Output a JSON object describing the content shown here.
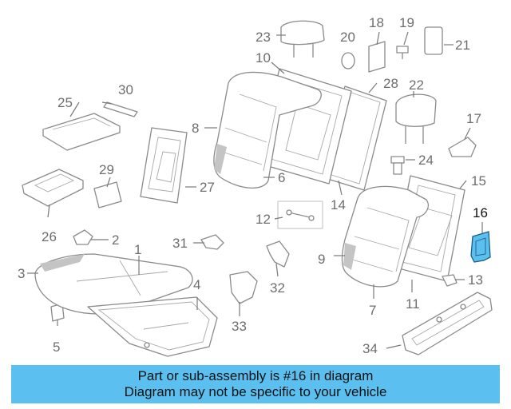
{
  "diagram": {
    "highlight_color": "#5bc0f0",
    "highlighted_part": "16",
    "callouts": [
      "1",
      "2",
      "3",
      "4",
      "5",
      "6",
      "7",
      "8",
      "9",
      "10",
      "11",
      "12",
      "13",
      "14",
      "15",
      "16",
      "17",
      "18",
      "19",
      "20",
      "21",
      "22",
      "23",
      "24",
      "25",
      "26",
      "27",
      "28",
      "29",
      "30",
      "31",
      "32",
      "33",
      "34"
    ]
  },
  "banner": {
    "line1": "Part or sub-assembly is #16 in diagram",
    "line2": "Diagram may not be specific to your vehicle"
  }
}
